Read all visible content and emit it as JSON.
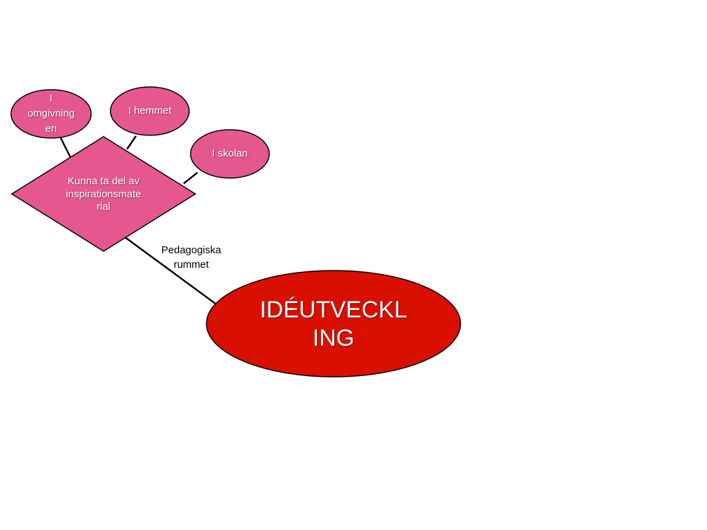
{
  "colors": {
    "main_fill": "#d90f00",
    "node_fill": "#e5578f",
    "stroke": "#000000"
  },
  "nodes": {
    "main": {
      "label": "IDÉUTVECKL\nING"
    },
    "diamond": {
      "label": "Kunna ta del av\ninspirationsmate\nrial"
    },
    "omgivningen": {
      "label": "I\nomgivning\nen"
    },
    "hemmet": {
      "label": "I hemmet"
    },
    "skolan": {
      "label": "I skolan"
    }
  },
  "edges": {
    "pedagogiska": {
      "label": "Pedagogiska\nrummet"
    }
  }
}
